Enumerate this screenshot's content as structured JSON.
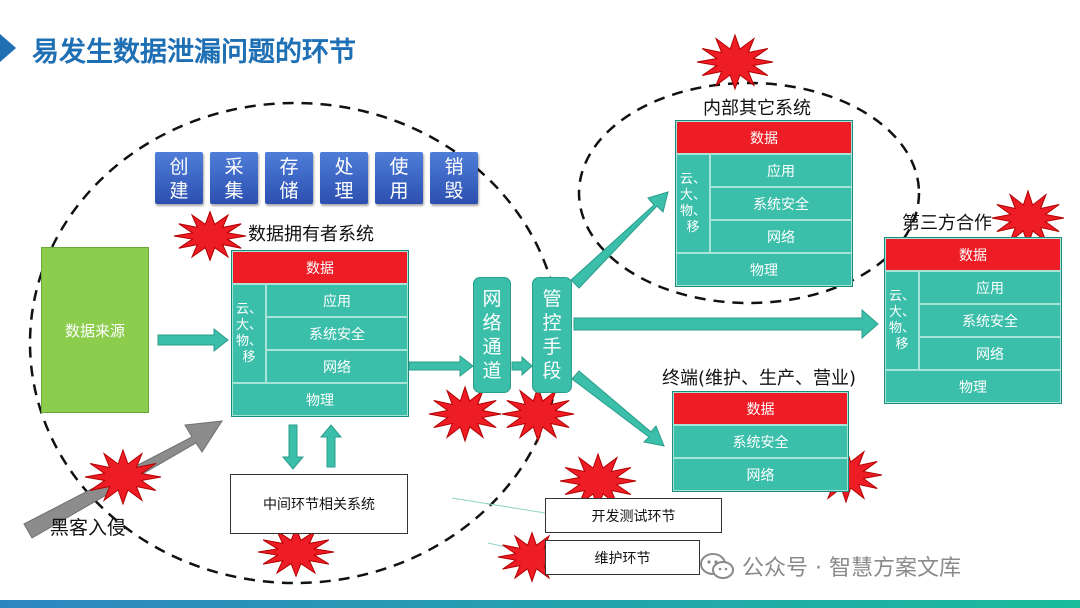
{
  "title": "易发生数据泄漏问题的环节",
  "lifecycle": [
    {
      "line1": "创",
      "line2": "建"
    },
    {
      "line1": "采",
      "line2": "集"
    },
    {
      "line1": "存",
      "line2": "储"
    },
    {
      "line1": "处",
      "line2": "理"
    },
    {
      "line1": "使",
      "line2": "用"
    },
    {
      "line1": "销",
      "line2": "毁"
    }
  ],
  "data_source": "数据来源",
  "owner": {
    "label": "数据拥有者系统",
    "data": "数据",
    "side": [
      "云、",
      "大、",
      "物、",
      "移"
    ],
    "app": "应用",
    "security": "系统安全",
    "network": "网络",
    "physical": "物理"
  },
  "channel": {
    "chars": [
      "网",
      "络",
      "通",
      "道"
    ]
  },
  "control": {
    "chars": [
      "管",
      "控",
      "手",
      "段"
    ]
  },
  "internal": {
    "label": "内部其它系统",
    "data": "数据",
    "side": [
      "云、",
      "大、",
      "物、",
      "移"
    ],
    "app": "应用",
    "security": "系统安全",
    "network": "网络",
    "physical": "物理"
  },
  "third_party": {
    "label": "第三方合作",
    "data": "数据",
    "side": [
      "云、",
      "大、",
      "物、",
      "移"
    ],
    "app": "应用",
    "security": "系统安全",
    "network": "网络",
    "physical": "物理"
  },
  "terminal": {
    "label": "终端(维护、生产、营业)",
    "data": "数据",
    "security": "系统安全",
    "network": "网络"
  },
  "middle_system": "中间环节相关系统",
  "dev_test": "开发测试环节",
  "maintenance": "维护环节",
  "hacker": "黑客入侵",
  "watermark": "公众号 · 智慧方案文库",
  "colors": {
    "title": "#1f6fb5",
    "teal": "#3bbfaa",
    "red_header": "#ee1c25",
    "green_source": "#8ccd4e",
    "blue_box": "#3b65c8"
  }
}
